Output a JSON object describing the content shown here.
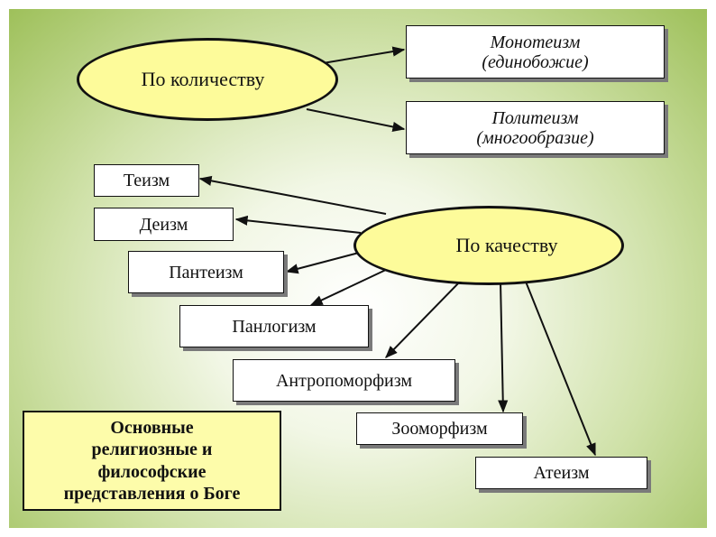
{
  "colors": {
    "ellipse_fill": "#fdfb9a",
    "summary_fill": "#fdfcaa",
    "background_edge": "#9ec05a"
  },
  "ellipses": {
    "quantity": "По количеству",
    "quality": "По качеству"
  },
  "quantity_children": {
    "monotheism": {
      "name": "Монотеизм",
      "note": "(единобожие)"
    },
    "polytheism": {
      "name": "Политеизм",
      "note": "(многообразие)"
    }
  },
  "quality_children": {
    "theism": "Теизм",
    "deism": "Деизм",
    "pantheism": "Пантеизм",
    "panlogism": "Панлогизм",
    "anthropomorphism": "Антропоморфизм",
    "zoomorphism": "Зооморфизм",
    "atheism": "Атеизм"
  },
  "summary": {
    "lines": [
      "Основные",
      "религиозные и",
      "философские",
      "представления о Боге"
    ]
  }
}
